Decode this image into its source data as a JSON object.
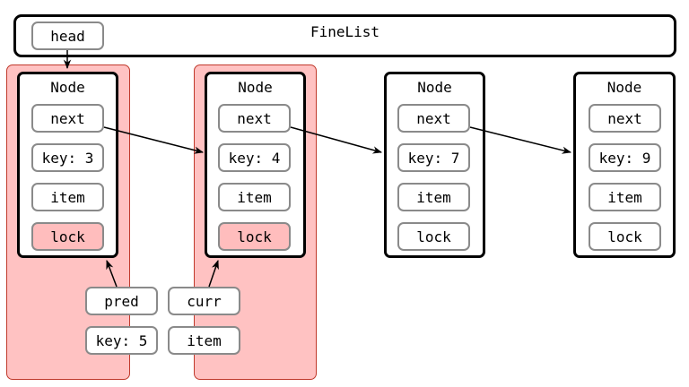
{
  "list": {
    "title": "FineList",
    "head_label": "head"
  },
  "nodes": [
    {
      "title": "Node",
      "next": "next",
      "key": "key: 3",
      "item": "item",
      "lock": "lock",
      "locked": true
    },
    {
      "title": "Node",
      "next": "next",
      "key": "key: 4",
      "item": "item",
      "lock": "lock",
      "locked": true
    },
    {
      "title": "Node",
      "next": "next",
      "key": "key: 7",
      "item": "item",
      "lock": "lock",
      "locked": false
    },
    {
      "title": "Node",
      "next": "next",
      "key": "key: 9",
      "item": "item",
      "lock": "lock",
      "locked": false
    }
  ],
  "pointers": {
    "pred": "pred",
    "pred_key": "key: 5",
    "curr": "curr",
    "curr_item": "item"
  },
  "colors": {
    "lock_region": "#ffc2c2",
    "lock_region_border": "#c0392b",
    "locked_field": "#ffbdbd",
    "field_border": "#8a8a8a"
  }
}
